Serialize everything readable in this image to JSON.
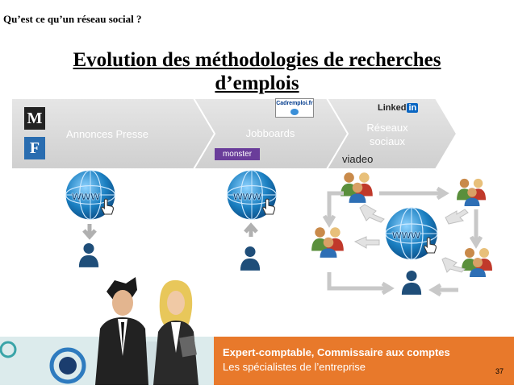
{
  "header": {
    "question": "Qu’est ce qu’un réseau social ?"
  },
  "title": {
    "line1": "Evolution des méthodologies de recherches",
    "line2": "d’emplois"
  },
  "stages": [
    {
      "label": "Annonces Presse"
    },
    {
      "label": "Jobboards"
    },
    {
      "label_line1": "Réseaux",
      "label_line2": "sociaux"
    }
  ],
  "logos": {
    "le_monde": "M",
    "le_figaro": "F",
    "cadremploi": "Cadremploi.fr",
    "monster": "monster",
    "linkedin_text": "Linked",
    "linkedin_in": "in",
    "viadeo": "viadeo"
  },
  "www_label": "www",
  "footer": {
    "line1": "Expert-comptable, Commissaire aux comptes",
    "line2": "Les spécialistes de l’entreprise",
    "page": "37"
  },
  "colors": {
    "chevron": "#d8d8d8",
    "footer_orange": "#e8792b",
    "person_blue": "#1f4e79",
    "globe": "#1a7fc1"
  }
}
